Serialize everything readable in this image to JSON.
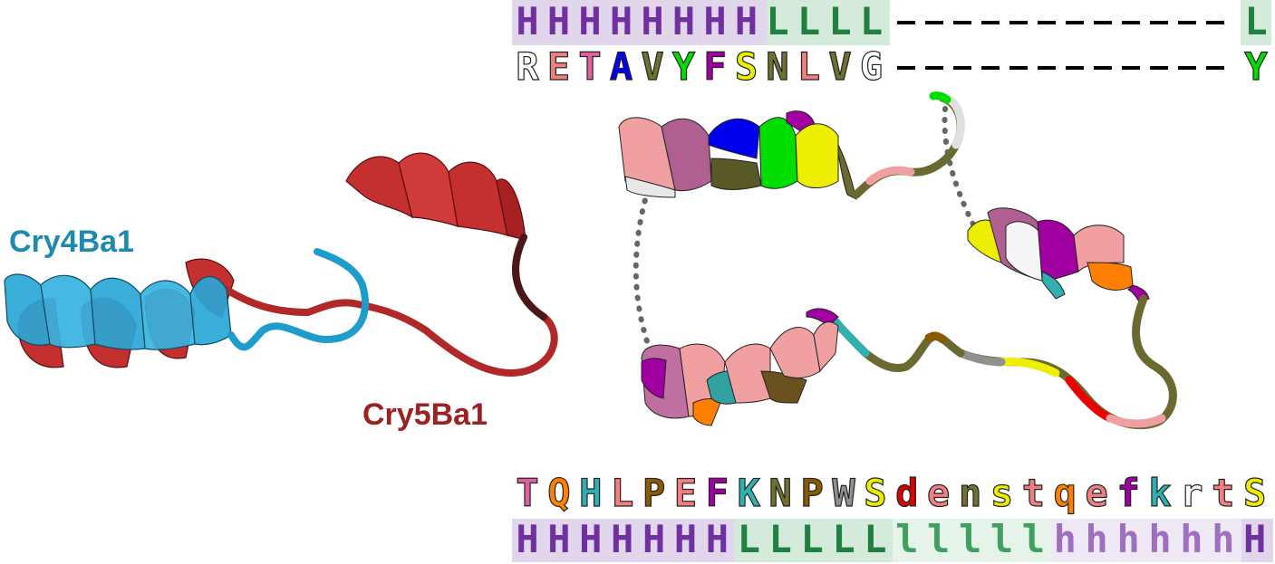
{
  "labels": {
    "left_protein": "Cry4Ba1",
    "right_protein": "Cry5Ba1"
  },
  "top_alignment": {
    "ss_chars": [
      "H",
      "H",
      "H",
      "H",
      "H",
      "H",
      "H",
      "H",
      "L",
      "L",
      "L",
      "L"
    ],
    "ss_tail": "L",
    "seq": [
      "R",
      "E",
      "T",
      "A",
      "V",
      "Y",
      "F",
      "S",
      "N",
      "L",
      "V",
      "G"
    ],
    "seq_tail": "Y",
    "seq_colors": [
      "#ffffff",
      "#f08080",
      "#e060a0",
      "#0000ee",
      "#707030",
      "#00dd00",
      "#a000a0",
      "#eeee00",
      "#707030",
      "#f08080",
      "#707030",
      "#ffffff"
    ],
    "seq_tail_color": "#00dd00"
  },
  "bottom_alignment": {
    "seq": [
      "T",
      "Q",
      "H",
      "L",
      "P",
      "E",
      "F",
      "K",
      "N",
      "P",
      "W",
      "S",
      "d",
      "e",
      "n",
      "s",
      "t",
      "q",
      "e",
      "f",
      "k",
      "r",
      "t",
      "S"
    ],
    "seq_colors": [
      "#e060a0",
      "#ff8000",
      "#30b0b0",
      "#f08080",
      "#8b5a00",
      "#f08080",
      "#a000a0",
      "#30b0b0",
      "#707030",
      "#8b5a00",
      "#909090",
      "#eeee00",
      "#dd0000",
      "#f08080",
      "#707030",
      "#eeee00",
      "#f08080",
      "#ff8000",
      "#f08080",
      "#a000a0",
      "#30b0b0",
      "#ffffff",
      "#f08080",
      "#eeee00"
    ],
    "ss_chars": [
      "H",
      "H",
      "H",
      "H",
      "H",
      "H",
      "H",
      "L",
      "L",
      "L",
      "L",
      "L",
      "l",
      "l",
      "l",
      "l",
      "l",
      "h",
      "h",
      "h",
      "h",
      "h",
      "h",
      "H"
    ]
  },
  "colors": {
    "helix_bg": "#e2d6ec",
    "helix_bg_light": "#efe8f5",
    "loop_bg": "#d4eada",
    "loop_bg_light": "#e6f3e9",
    "helix_text": "#7030a0",
    "helix_text_light": "#a070c0",
    "loop_text": "#208040",
    "loop_text_light": "#40a060",
    "cry4_blue": "#1e8ab0",
    "cry5_red": "#b0282a"
  }
}
